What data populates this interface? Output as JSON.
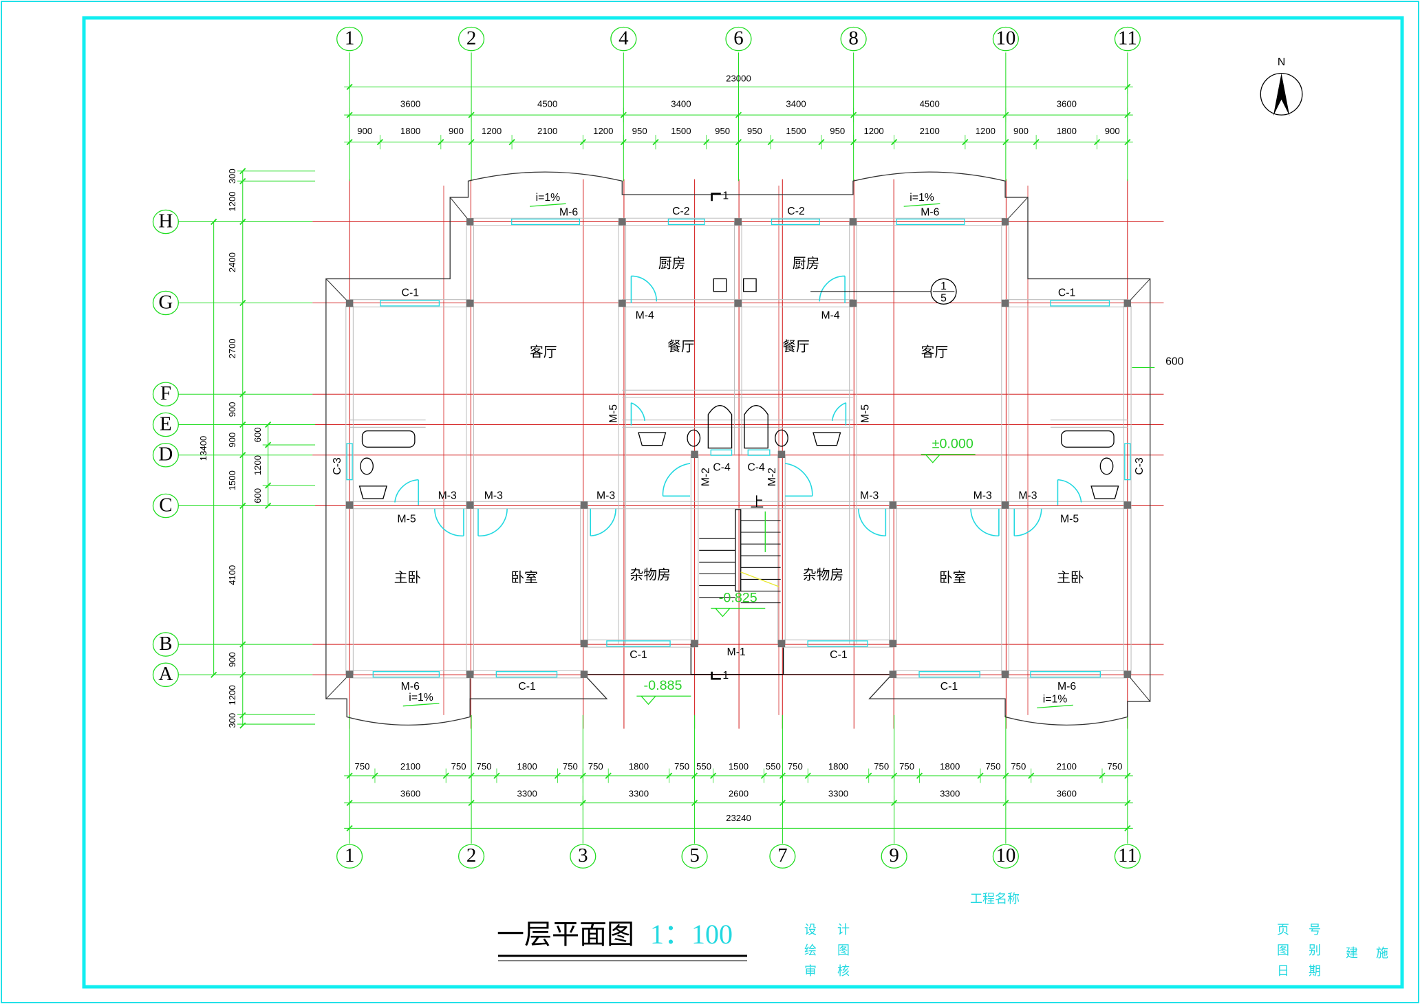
{
  "drawing": {
    "title": "一层平面图",
    "scale": "1：100",
    "north_label": "N"
  },
  "axes": {
    "top": [
      "1",
      "2",
      "4",
      "6",
      "8",
      "10",
      "11"
    ],
    "bottom": [
      "1",
      "2",
      "3",
      "5",
      "7",
      "9",
      "10",
      "11"
    ],
    "rows": [
      "H",
      "G",
      "F",
      "E",
      "D",
      "C",
      "B",
      "A"
    ]
  },
  "dimensions": {
    "top_total": "23000",
    "top_axis": [
      3600,
      4500,
      3400,
      3400,
      4500,
      3600
    ],
    "top_detail": [
      900,
      1800,
      900,
      1200,
      2100,
      1200,
      950,
      1500,
      950,
      950,
      1500,
      950,
      1200,
      2100,
      1200,
      900,
      1800,
      900
    ],
    "bottom_detail": [
      750,
      2100,
      750,
      750,
      1800,
      750,
      750,
      1800,
      750,
      550,
      1500,
      550,
      750,
      1800,
      750,
      750,
      1800,
      750,
      750,
      2100,
      750
    ],
    "bottom_axis": [
      3600,
      3300,
      3300,
      2600,
      3300,
      3300,
      3600
    ],
    "bottom_total": "23240",
    "left_total": "13400",
    "left_detail": [
      300,
      1200,
      2400,
      2700,
      900,
      900,
      1500,
      4100,
      900,
      1200,
      300
    ],
    "left_small": [
      600,
      1200,
      600
    ],
    "side_note": "600"
  },
  "rooms": [
    "客厅",
    "客厅",
    "厨房",
    "厨房",
    "餐厅",
    "餐厅",
    "主卧",
    "主卧",
    "卧室",
    "卧室",
    "杂物房",
    "杂物房"
  ],
  "openings": [
    "C-1",
    "C-1",
    "C-2",
    "C-2",
    "M-6",
    "M-6",
    "M-4",
    "M-4",
    "M-5",
    "M-5",
    "C-3",
    "C-3",
    "M-3",
    "M-3",
    "M-3",
    "M-3",
    "M-3",
    "M-3",
    "M-5",
    "M-5",
    "M-2",
    "M-2",
    "C-4",
    "C-4",
    "M-1",
    "C-1",
    "C-1",
    "C-1",
    "C-1",
    "M-6",
    "M-6"
  ],
  "slopes": [
    "i=1%",
    "i=1%",
    "i=1%",
    "i=1%"
  ],
  "elevations": [
    "±0.000",
    "-0.825",
    "-0.885"
  ],
  "stair_label": "上",
  "detail_mark": {
    "top": "1",
    "bottom": "5"
  },
  "section_marks": [
    "1",
    "1"
  ],
  "title_block": {
    "project_name": "工程名称",
    "left_labels": [
      [
        "设",
        "计"
      ],
      [
        "绘",
        "图"
      ],
      [
        "审",
        "核"
      ]
    ],
    "right_labels": [
      [
        "页",
        "号"
      ],
      [
        "图",
        "别"
      ],
      [
        "日",
        "期"
      ]
    ],
    "category": [
      "建",
      "施"
    ]
  }
}
